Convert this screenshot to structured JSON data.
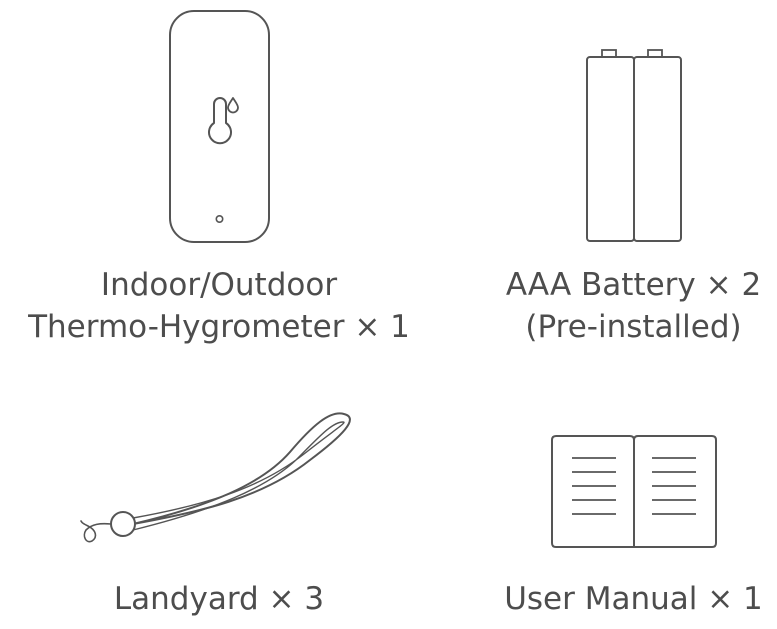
{
  "items": [
    {
      "id": "thermo-hygrometer",
      "caption_lines": [
        "Indoor/Outdoor",
        "Thermo-Hygrometer × 1"
      ],
      "icon": "thermo-hygrometer-device-icon"
    },
    {
      "id": "battery",
      "caption_lines": [
        "AAA Battery × 2",
        "(Pre-installed)"
      ],
      "icon": "aaa-battery-icon"
    },
    {
      "id": "lanyard",
      "caption_lines": [
        "Landyard × 3"
      ],
      "icon": "lanyard-icon"
    },
    {
      "id": "manual",
      "caption_lines": [
        "User Manual × 1"
      ],
      "icon": "open-book-icon"
    }
  ],
  "colors": {
    "stroke": "#555555",
    "text": "#4d4d4d",
    "background": "#ffffff"
  }
}
